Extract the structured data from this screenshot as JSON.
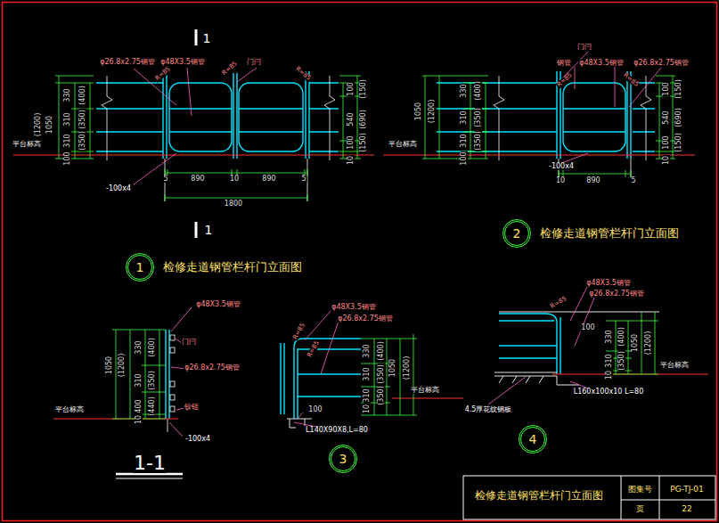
{
  "diagram": {
    "nodes": [
      {
        "text": [
          "1",
          "检修走道钢管栏杆门立面图"
        ]
      },
      {
        "text": [
          "2",
          "检修走道钢管栏杆门立面图"
        ]
      },
      {
        "text": [
          "3"
        ]
      },
      {
        "text": [
          "4"
        ]
      }
    ],
    "labels": [
      "1",
      "φ26.8x2.75钢管",
      "φ48X3.5钢管",
      "R=85",
      "R=85",
      "门闩",
      "R=85",
      "(1200)",
      "1050",
      "330",
      "(400)",
      "310",
      "(350)",
      "310",
      "(350)",
      "100",
      "100",
      "(150)",
      "540",
      "(690)",
      "100",
      "(150)",
      "10",
      "平台标高",
      "-100x4",
      "5",
      "890",
      "10",
      "890",
      "5",
      "1800",
      "1",
      "门闩",
      "钢管",
      "φ48X3.5钢管",
      "φ26.8x2.75钢管",
      "R=85",
      "R=85",
      "1050",
      "(1200)",
      "330",
      "(400)",
      "310",
      "(350)",
      "310",
      "(350)",
      "100",
      "100",
      "(150)",
      "540",
      "(690)",
      "100",
      "(150)",
      "10",
      "平台标高",
      "-100x4",
      "10",
      "890",
      "5",
      "φ48X3.5钢管",
      "门闩",
      "φ26.8x2.75钢管",
      "铰链",
      "-100x4",
      "1050",
      "(1200)",
      "330",
      "(400)",
      "310",
      "(350)",
      "400",
      "(440)",
      "10",
      "平台标高",
      "1-1",
      "R=85",
      "R=85",
      "φ48X3.5钢管",
      "φ26.8x2.75钢管",
      "330",
      "(400)",
      "310",
      "(350)",
      "310",
      "(350)",
      "10",
      "1050",
      "(1200)",
      "平台标高",
      "100",
      "L140X90X8,L=80",
      "φ48X3.5钢管",
      "φ26.8x2.75钢管",
      "R=85",
      "100",
      "330",
      "(400)",
      "310",
      "(350)",
      "10",
      "1050",
      "(1200)",
      "平台标高",
      "L160x100x10 L=80",
      "4.5厚花纹钢板",
      "检修走道钢管栏杆门立面图",
      "图集号",
      "PG-TJ-01",
      "页",
      "22"
    ]
  }
}
